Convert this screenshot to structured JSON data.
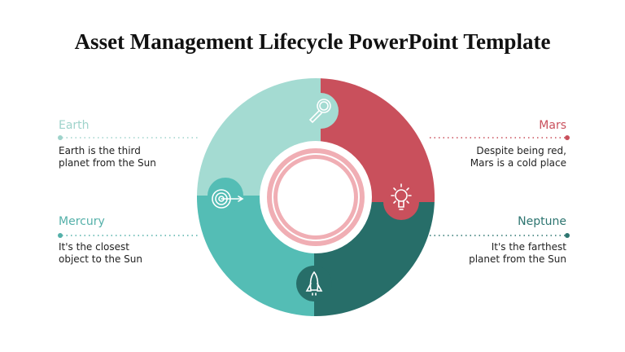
{
  "title": "Asset Management Lifecycle PowerPoint Template",
  "items": [
    {
      "name": "Earth",
      "text1": "Earth is the third",
      "text2": "planet from the Sun",
      "color": "#a4dbd2",
      "label_color": "#9fd3cb",
      "icon": "magnifier-icon"
    },
    {
      "name": "Mars",
      "text1": "Despite being red,",
      "text2": "Mars is a cold place",
      "color": "#c9505c",
      "label_color": "#c9505c",
      "icon": "lightbulb-icon"
    },
    {
      "name": "Mercury",
      "text1": "It's the closest",
      "text2": "object to the Sun",
      "color": "#54bdb5",
      "label_color": "#54b0a9",
      "icon": "target-icon"
    },
    {
      "name": "Neptune",
      "text1": "It's the farthest",
      "text2": "planet from the Sun",
      "color": "#276e69",
      "label_color": "#2d7570",
      "icon": "rocket-icon"
    }
  ],
  "center_ring_color": "#f0aeb4"
}
